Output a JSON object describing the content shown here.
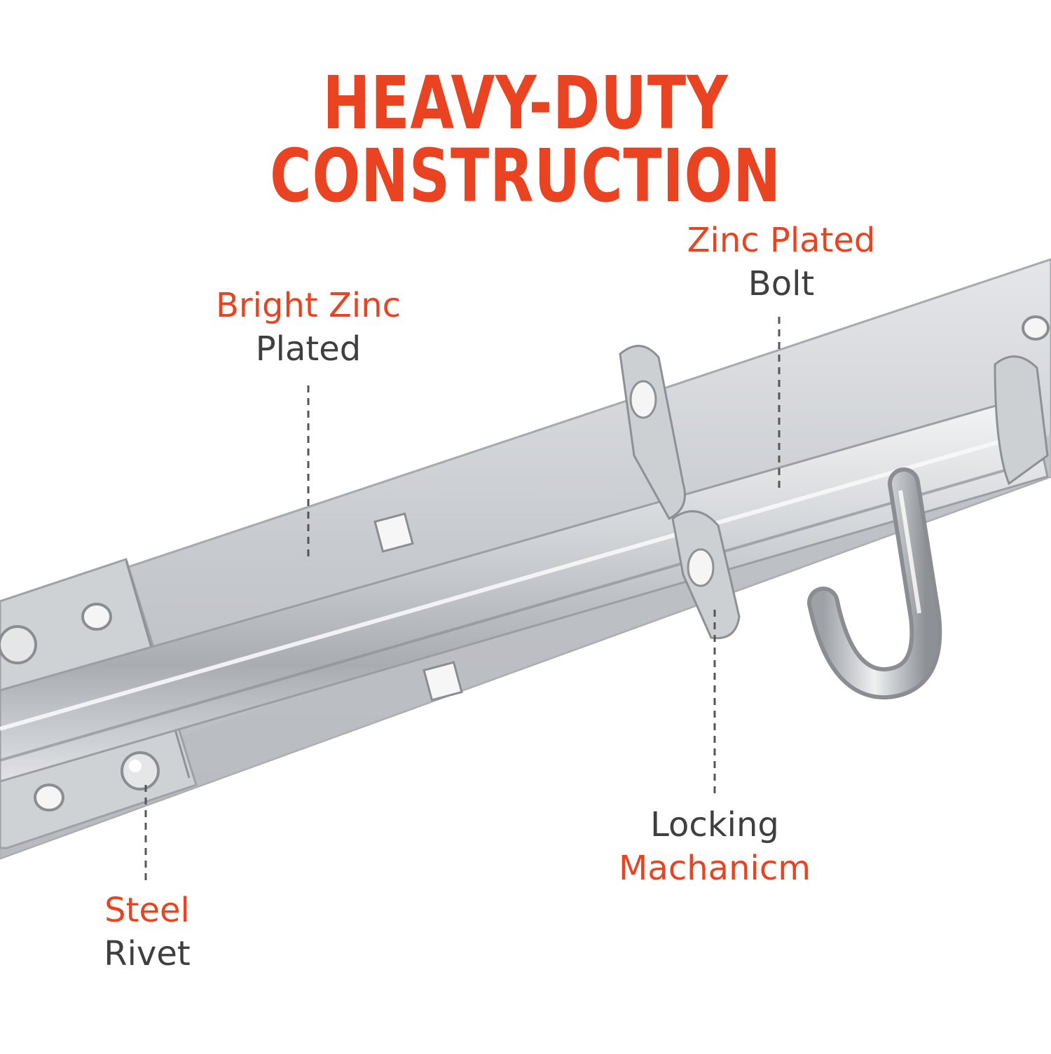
{
  "headline": "HEAVY-DUTY CONSTRUCTION",
  "colors": {
    "accent": "#ea4322",
    "text": "#3f3f3f",
    "metal": "#c9ccd0"
  },
  "callouts": {
    "bright_zinc": {
      "accent": "Bright Zinc",
      "plain": "Plated"
    },
    "zinc_bolt": {
      "accent": "Zinc Plated",
      "plain": "Bolt"
    },
    "steel_rivet": {
      "accent": "Steel",
      "plain": "Rivet"
    },
    "locking": {
      "plain": "Locking",
      "accent": "Machanicm"
    }
  }
}
